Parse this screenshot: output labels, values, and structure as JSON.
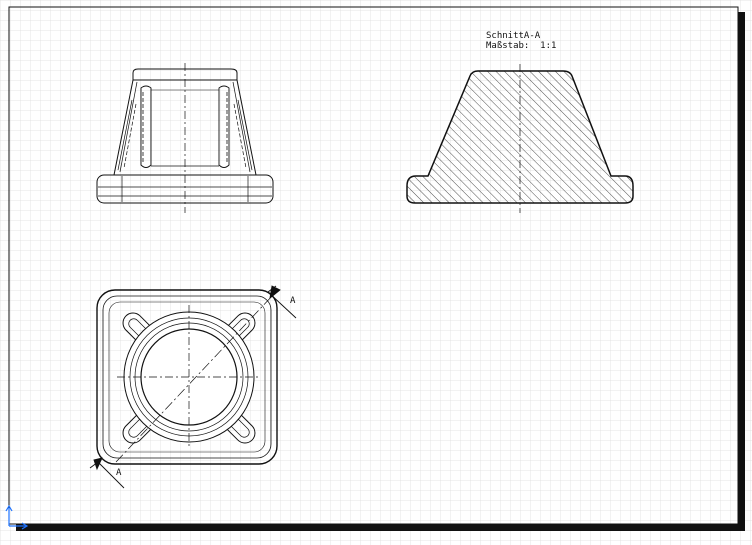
{
  "section": {
    "title": "SchnittA-A",
    "scale": "Maßstab:  1:1"
  },
  "cut_marker": {
    "label_top": "A",
    "label_bottom": "A"
  },
  "colors": {
    "grid": "#d9d9d9",
    "line": "#111111",
    "axis": "#1e73ff",
    "background": "#ffffff"
  },
  "icons": {
    "origin": "axis-origin-icon"
  }
}
